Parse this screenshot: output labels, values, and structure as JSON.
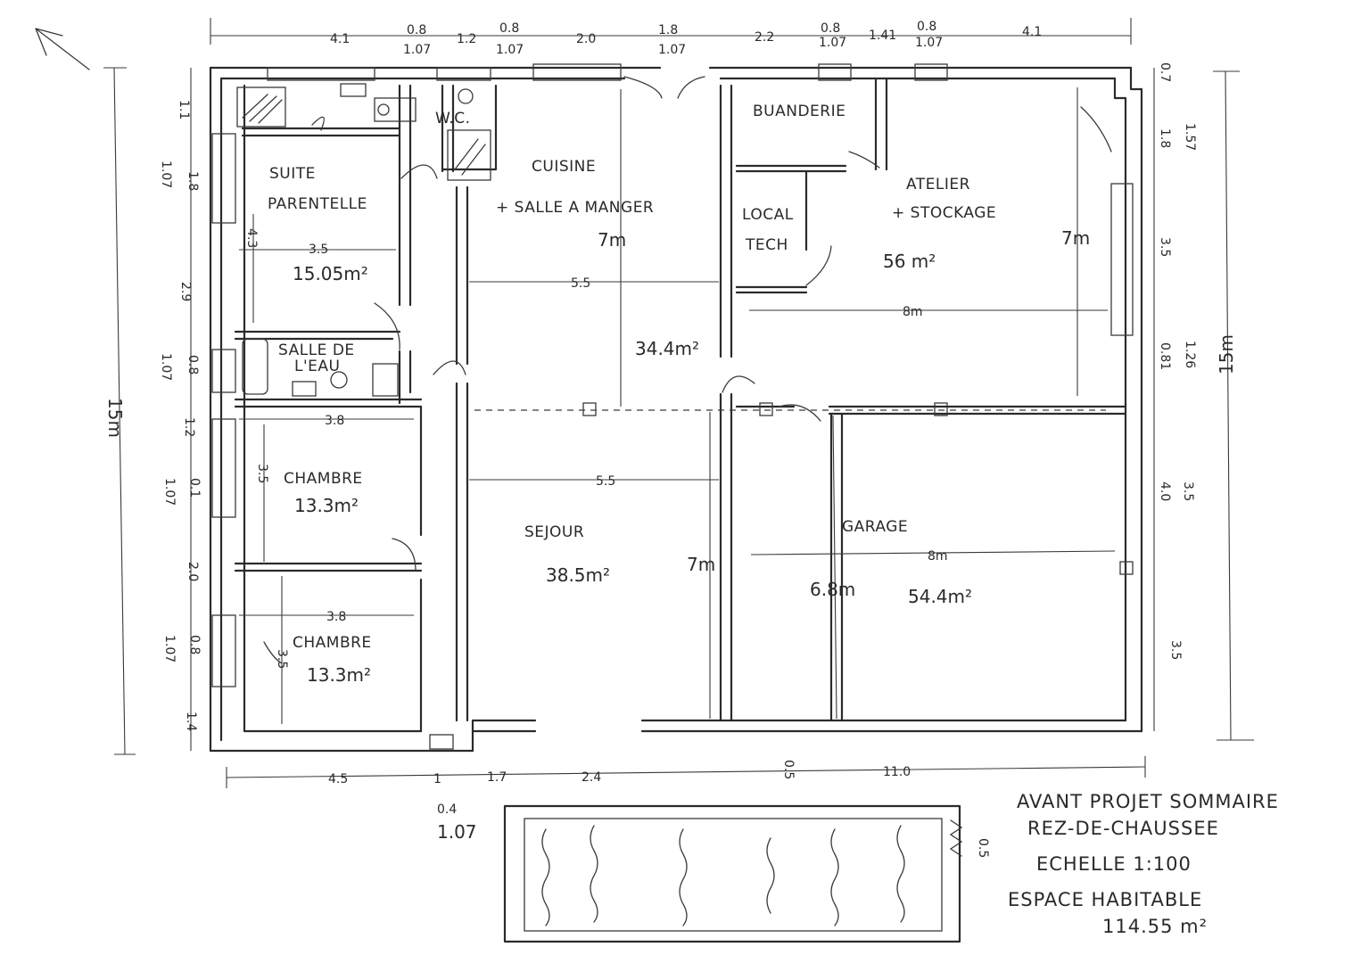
{
  "rooms": {
    "suite": {
      "name_line1": "SUITE",
      "name_line2": "PARENTELLE",
      "width": "3.5",
      "height": "4.3",
      "area": "15.05m²"
    },
    "wc": {
      "name": "W.C."
    },
    "cuisine": {
      "name_line1": "CUISINE",
      "name_line2": "+ SALLE A MANGER",
      "height": "7m",
      "width": "5.5",
      "area": "34.4m²"
    },
    "buanderie": {
      "name": "BUANDERIE"
    },
    "local_tech": {
      "name_line1": "LOCAL",
      "name_line2": "TECH"
    },
    "atelier": {
      "name_line1": "ATELIER",
      "name_line2": "+ STOCKAGE",
      "area": "56 m²",
      "width": "8m",
      "height": "7m"
    },
    "salle_eau": {
      "name_line1": "SALLE DE",
      "name_line2": "L'EAU"
    },
    "chambre1": {
      "name": "CHAMBRE",
      "area": "13.3m²",
      "width": "3.8",
      "height": "3.5"
    },
    "chambre2": {
      "name": "CHAMBRE",
      "area": "13.3m²",
      "width": "3.8",
      "height": "3.5"
    },
    "sejour": {
      "name": "SEJOUR",
      "area": "38.5m²",
      "width": "5.5",
      "height": "7m"
    },
    "garage": {
      "name": "GARAGE",
      "width": "8m",
      "depth": "6.8m",
      "area": "54.4m²"
    }
  },
  "dims_top": [
    "4.1",
    "0.8",
    "1.07",
    "1.2",
    "0.8",
    "1.07",
    "2.0",
    "1.8",
    "1.07",
    "2.2",
    "0.8",
    "1.07",
    "1.41",
    "0.8",
    "1.07",
    "4.1"
  ],
  "dims_bottom": [
    "4.5",
    "1",
    "1.7",
    "2.4",
    "0.5",
    "11.0",
    "0.4",
    "1.07"
  ],
  "dims_left": [
    "1.1",
    "1.8",
    "1.07",
    "2.9",
    "0.8",
    "1.07",
    "1.2",
    "0.1",
    "1.07",
    "2.0",
    "0.8",
    "1.07",
    "1.4"
  ],
  "dims_right": [
    "0.7",
    "1.8",
    "1.57",
    "3.5",
    "0.81",
    "1.26",
    "4.0",
    "3.5",
    "3.5"
  ],
  "overall": {
    "left": "15m",
    "right": "15m"
  },
  "terrace_dim": "0.5",
  "notes": {
    "line1": "AVANT PROJET SOMMAIRE",
    "line2": "REZ-DE-CHAUSSEE",
    "line3": "ECHELLE 1:100",
    "line4": "ESPACE HABITABLE",
    "line5": "114.55 m²"
  }
}
